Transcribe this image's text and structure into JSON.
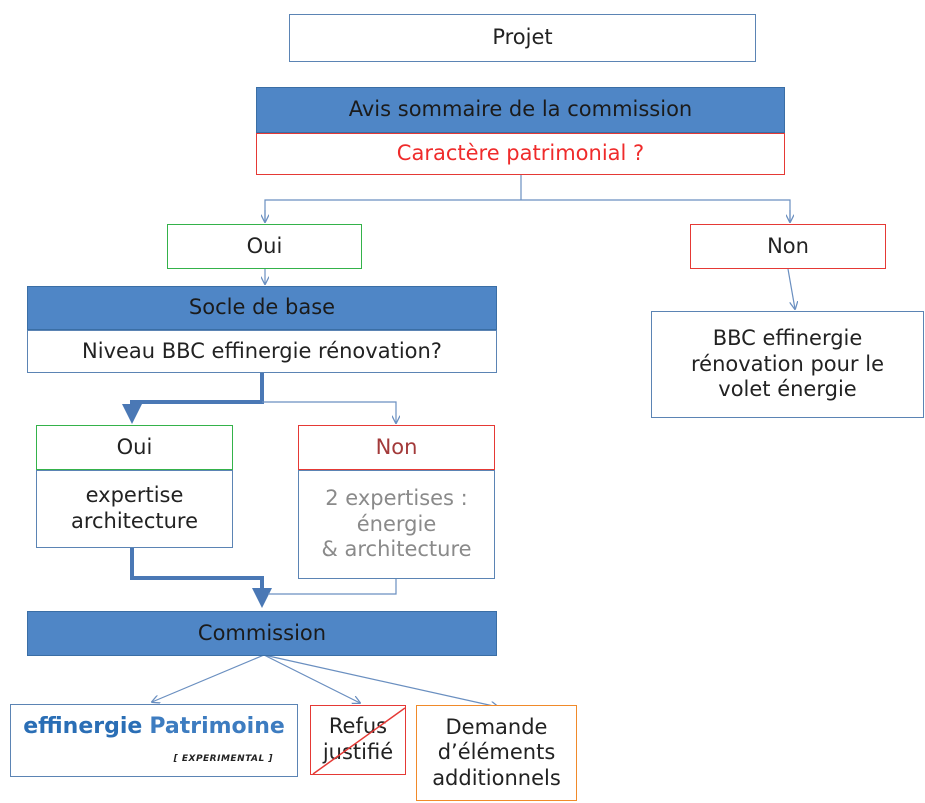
{
  "nodes": {
    "projet": "Projet",
    "avis": "Avis sommaire de la commission",
    "caractere": "Caractère patrimonial ?",
    "oui_top": "Oui",
    "non_top": "Non",
    "socle": "Socle de base",
    "niveau": "Niveau BBC effinergie rénovation?",
    "bbc_line1": "BBC effinergie",
    "bbc_line2": "rénovation pour le",
    "bbc_line3": "volet énergie",
    "oui_mid": "Oui",
    "expertise_line1": "expertise",
    "expertise_line2": "architecture",
    "non_mid": "Non",
    "exp2_line1": "2 expertises :",
    "exp2_line2": "énergie",
    "exp2_line3": "& architecture",
    "commission": "Commission",
    "refus_line1": "Refus",
    "refus_line2": "justifié",
    "demande_line1": "Demande",
    "demande_line2": "d’éléments",
    "demande_line3": "additionnels"
  },
  "logo": {
    "word1": "effinergie",
    "word2": "Patrimoine",
    "tag": "[ EXPERIMENTAL ]"
  },
  "colors": {
    "blue_fill": "#4f86c6",
    "blue_border": "#5b84b4",
    "red": "#e53935",
    "green": "#34b24a",
    "orange": "#f08a2a",
    "connector": "#6a8fc0",
    "thick_connector": "#4a78b5"
  }
}
